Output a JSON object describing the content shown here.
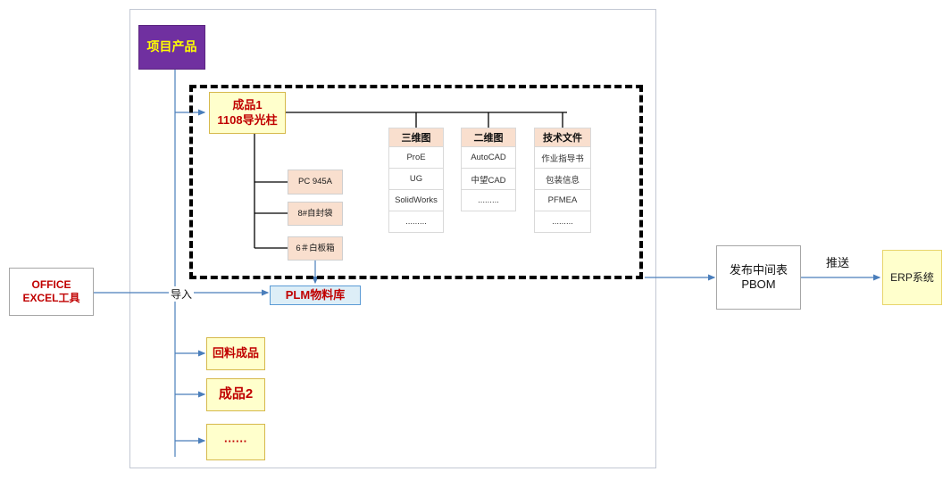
{
  "diagram": {
    "title_box": {
      "label": "项目产品"
    },
    "source_box": {
      "line1": "OFFICE",
      "line2": "EXCEL工具"
    },
    "import_label": "导入",
    "push_label": "推送",
    "plm_library": {
      "label": "PLM物料库"
    },
    "product": {
      "line1": "成品1",
      "line2": "1108导光柱"
    },
    "components": [
      {
        "label": "PC 945A"
      },
      {
        "label": "8#自封袋"
      },
      {
        "label": "6＃白板箱"
      }
    ],
    "attribute_tables": [
      {
        "header": "三维图",
        "rows": [
          "ProE",
          "UG",
          "SolidWorks",
          "........."
        ]
      },
      {
        "header": "二维图",
        "rows": [
          "AutoCAD",
          "中望CAD",
          "........."
        ]
      },
      {
        "header": "技术文件",
        "rows": [
          "作业指导书",
          "包装信息",
          "PFMEA",
          "........."
        ]
      }
    ],
    "other_products": [
      {
        "label": "回料成品"
      },
      {
        "label": "成品2"
      },
      {
        "label": "······"
      }
    ],
    "publish_box": {
      "line1": "发布中间表",
      "line2": "PBOM"
    },
    "erp_box": {
      "label": "ERP系统"
    },
    "colors": {
      "purple": "#7030A0",
      "title_text": "#FFFF00",
      "accent_red": "#C00000",
      "connector_blue": "#4A7EBB",
      "connector_black": "#000000",
      "yellow_fill": "#FFFFCC",
      "peach_fill": "#F9DFCE",
      "lightblue_fill": "#DDEEF7",
      "frame_gray": "#C3C8D4"
    }
  }
}
